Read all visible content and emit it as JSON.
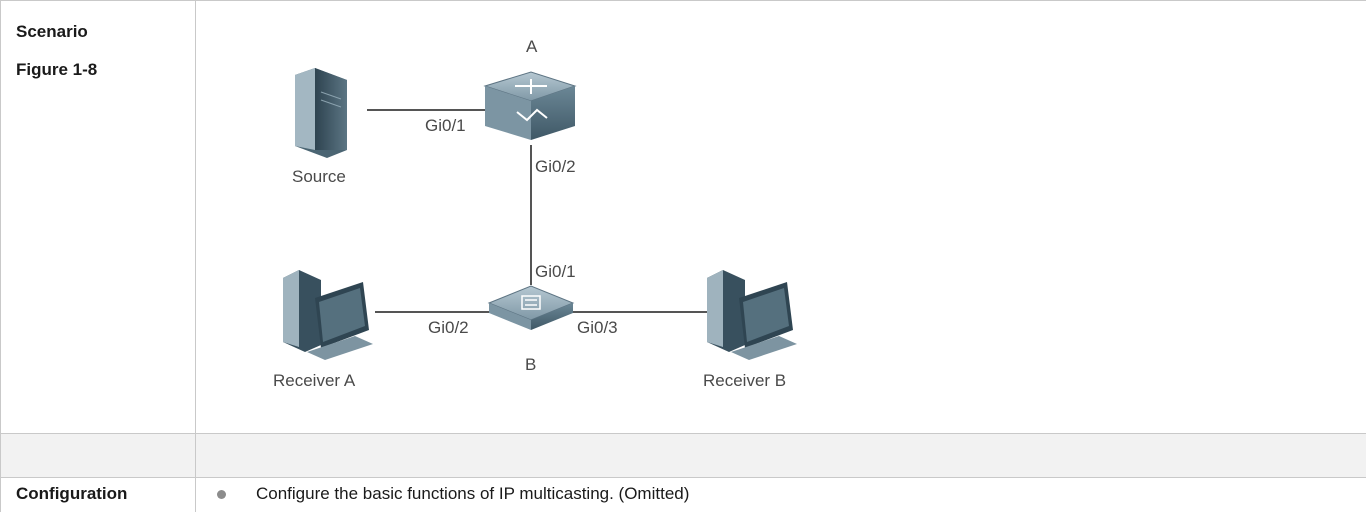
{
  "table": {
    "row1_labels": [
      "Scenario",
      "Figure 1-8"
    ],
    "row3_label": "Configuration"
  },
  "diagram": {
    "nodes": {
      "router_a": "A",
      "switch_b": "B",
      "source": "Source",
      "receiver_a": "Receiver A",
      "receiver_b": "Receiver B"
    },
    "ports": {
      "a_gi0_1": "Gi0/1",
      "a_gi0_2": "Gi0/2",
      "b_gi0_1": "Gi0/1",
      "b_gi0_2": "Gi0/2",
      "b_gi0_3": "Gi0/3"
    }
  },
  "config_steps": [
    "Configure the basic functions of IP multicasting. (Omitted)"
  ]
}
